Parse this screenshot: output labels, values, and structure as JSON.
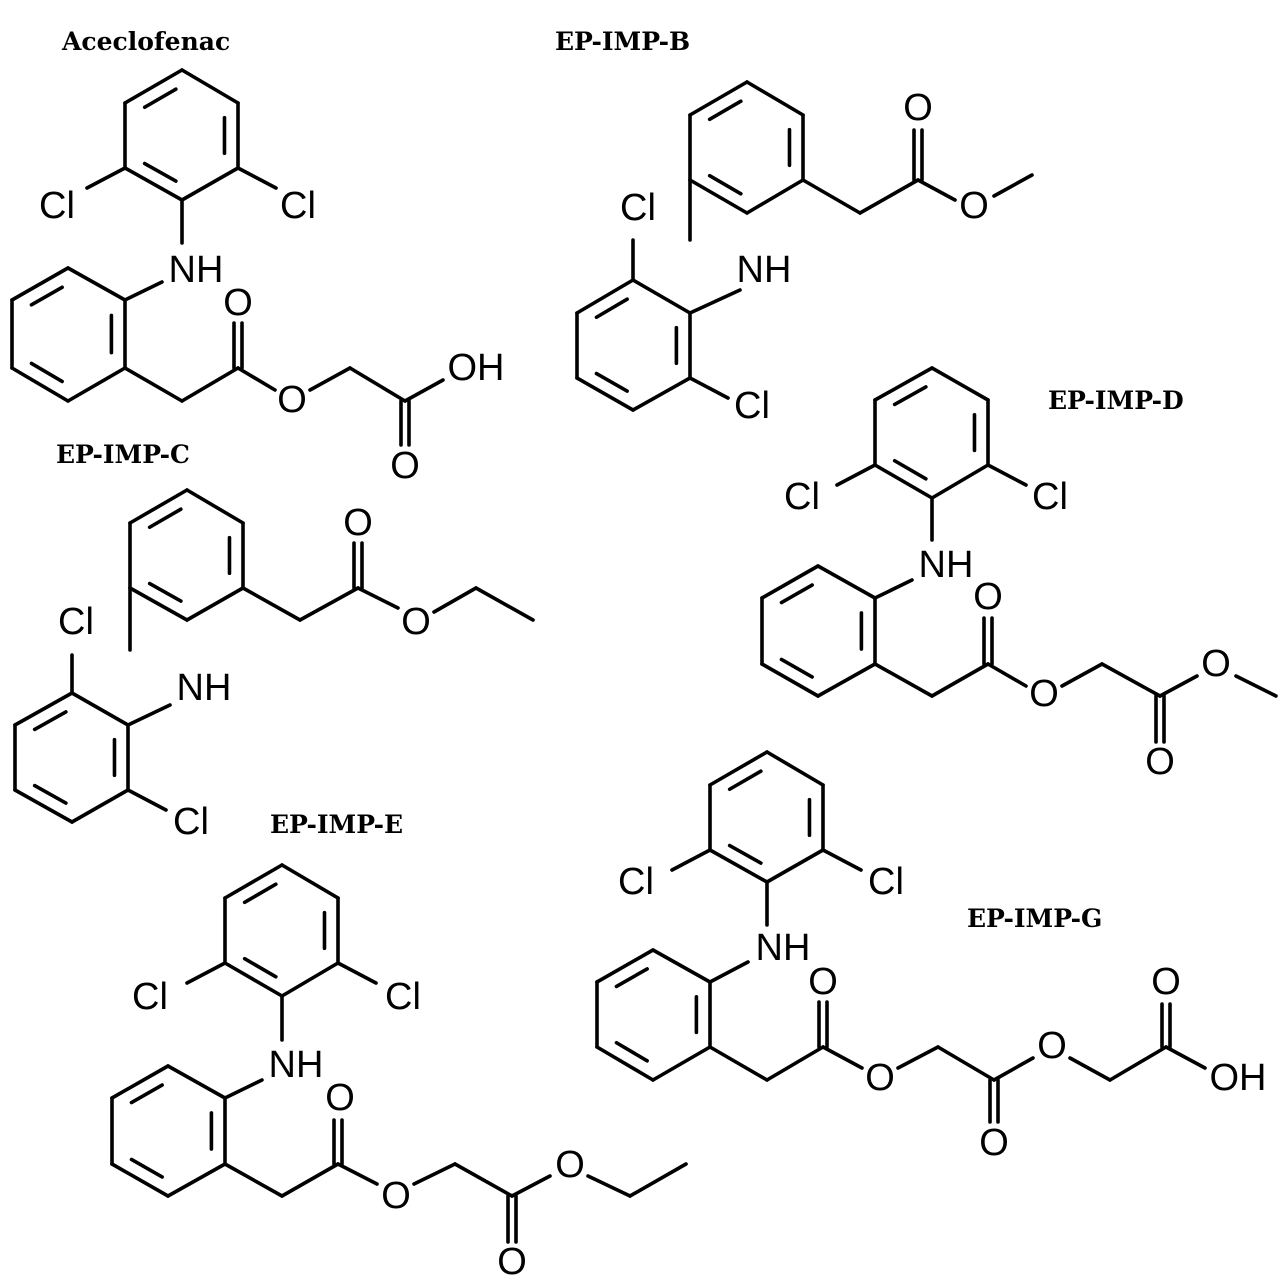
{
  "figure": {
    "titles": {
      "aceclofenac": "Aceclofenac",
      "imp_b": "EP-IMP-B",
      "imp_c": "EP-IMP-C",
      "imp_d": "EP-IMP-D",
      "imp_e": "EP-IMP-E",
      "imp_g": "EP-IMP-G"
    },
    "atom_labels": {
      "chlorine": "Cl",
      "amine": "NH",
      "oxygen": "O",
      "hydroxyl": "OH"
    }
  }
}
